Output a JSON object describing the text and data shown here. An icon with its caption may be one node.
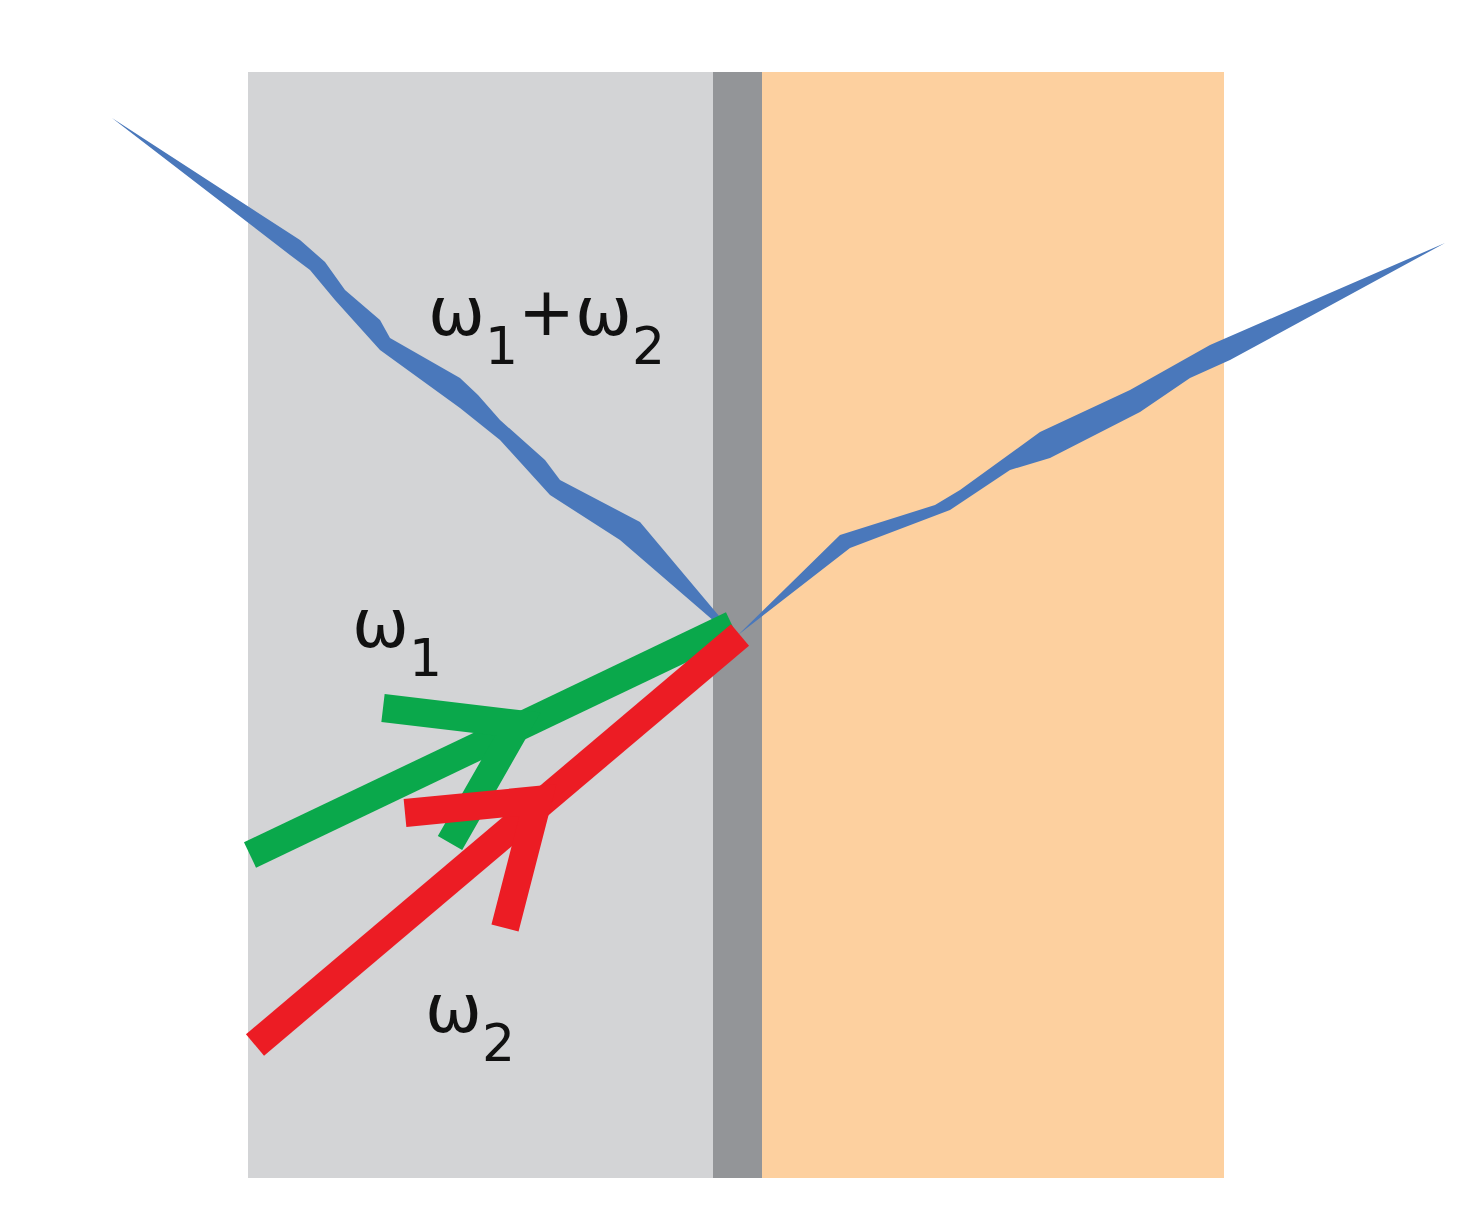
{
  "diagram": {
    "labels": [
      "ω$_{1}$+ω$_{2}$",
      "ω$_{1}$",
      "ω$_{2}$"
    ]
  }
}
